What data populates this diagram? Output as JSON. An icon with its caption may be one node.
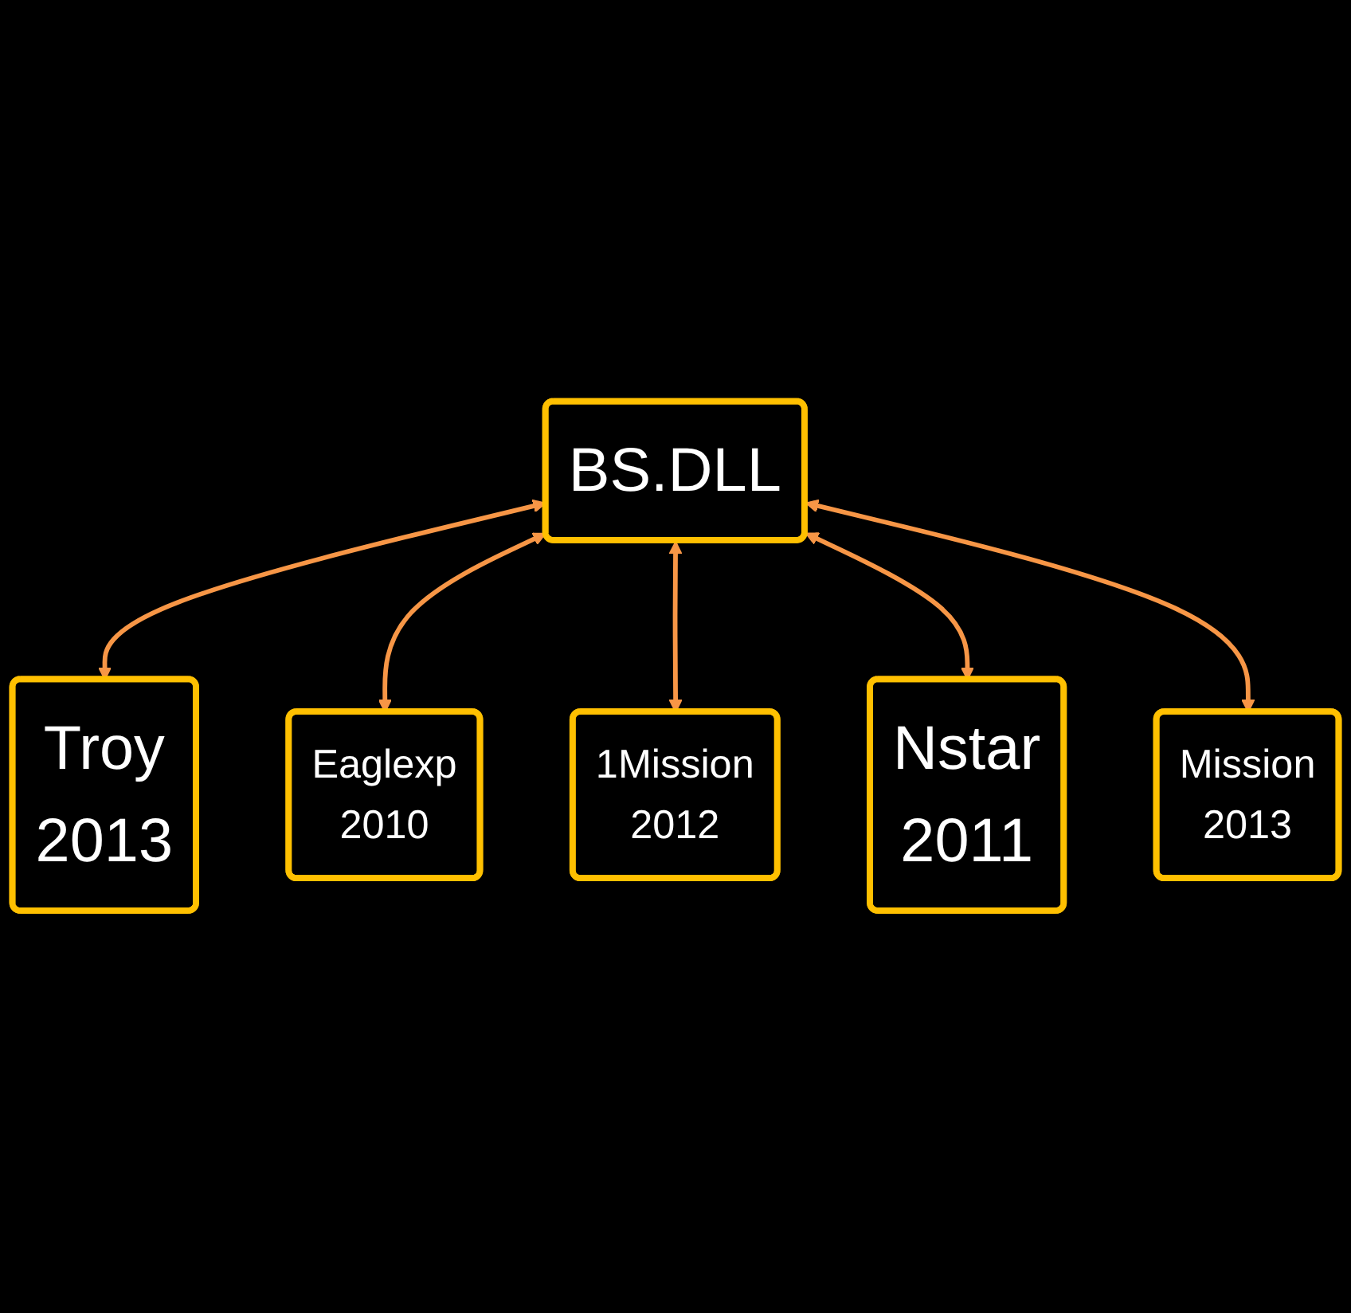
{
  "diagram": {
    "nodes": [
      {
        "text": [
          "Troy",
          "2013"
        ]
      },
      {
        "text": [
          "Eaglexp",
          "2010"
        ]
      },
      {
        "text": [
          "1Mission",
          "2012"
        ]
      },
      {
        "text": [
          "BS.DLL"
        ]
      },
      {
        "text": [
          "Nstar",
          "2011"
        ]
      },
      {
        "text": [
          "Mission",
          "2013"
        ]
      }
    ],
    "edges": [
      {
        "from": 3,
        "to": 0,
        "arrow": "both"
      },
      {
        "from": 3,
        "to": 1,
        "arrow": "both"
      },
      {
        "from": 3,
        "to": 2,
        "arrow": "both"
      },
      {
        "from": 3,
        "to": 4,
        "arrow": "both"
      },
      {
        "from": 3,
        "to": 5,
        "arrow": "both"
      }
    ]
  }
}
